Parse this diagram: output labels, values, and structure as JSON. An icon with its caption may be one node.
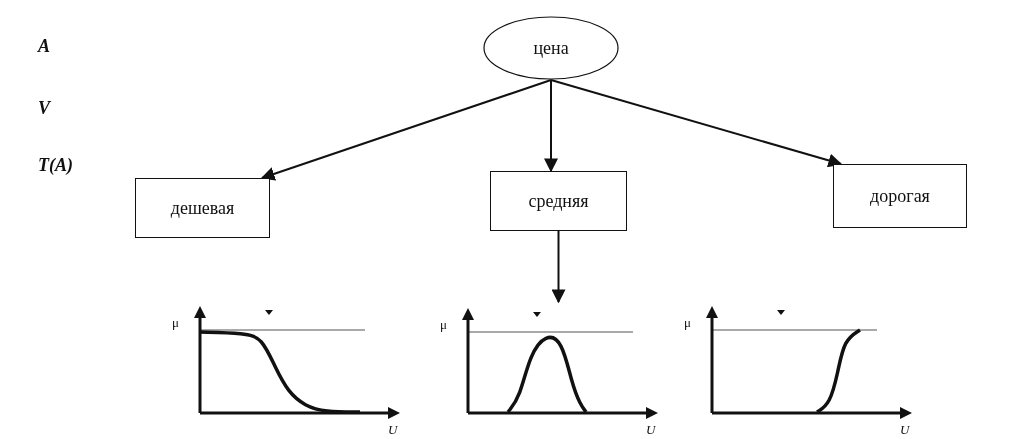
{
  "diagram": {
    "nodes": [
      {
        "text": [
          "цена"
        ]
      },
      {
        "text": [
          "дешевая"
        ]
      },
      {
        "text": [
          "средняя"
        ]
      },
      {
        "text": [
          "дорогая"
        ]
      },
      {
        "text": [
          "μ",
          "U"
        ]
      },
      {
        "text": [
          "μ",
          "U"
        ]
      },
      {
        "text": [
          "μ",
          "U"
        ]
      }
    ],
    "edges": [
      {
        "from": 0,
        "to": 1,
        "arrow": "to"
      },
      {
        "from": 0,
        "to": 2,
        "arrow": "to"
      },
      {
        "from": 0,
        "to": 3,
        "arrow": "to"
      },
      {
        "from": 2,
        "to": 5,
        "arrow": "to"
      }
    ],
    "labels": [
      "A",
      "V",
      "T(A)"
    ]
  }
}
